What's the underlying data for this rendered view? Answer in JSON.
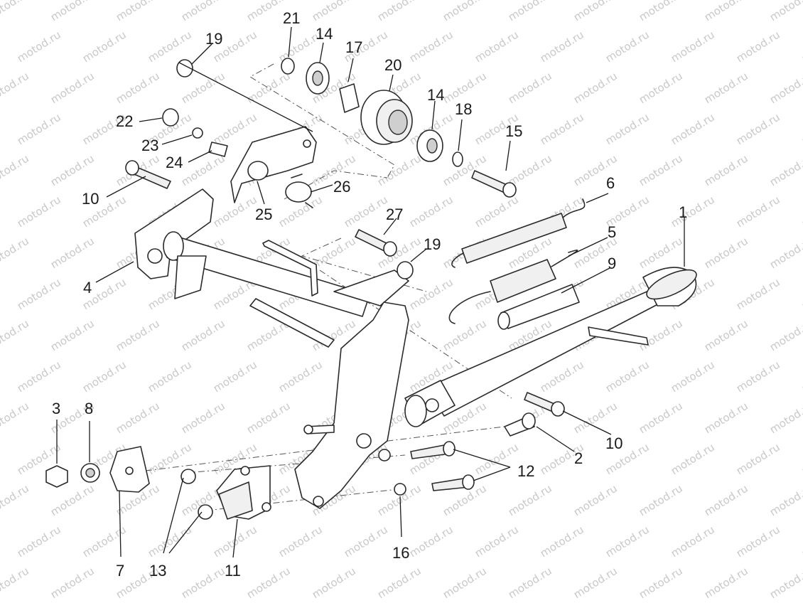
{
  "watermark": {
    "text": "motod.ru",
    "color": "#c9c9c9"
  },
  "callouts": {
    "c1": "1",
    "c2": "2",
    "c3": "3",
    "c4": "4",
    "c5": "5",
    "c6": "6",
    "c7": "7",
    "c8": "8",
    "c9": "9",
    "c10a": "10",
    "c10b": "10",
    "c11": "11",
    "c12": "12",
    "c13": "13",
    "c14a": "14",
    "c14b": "14",
    "c15": "15",
    "c16": "16",
    "c17": "17",
    "c18": "18",
    "c19a": "19",
    "c19b": "19",
    "c20": "20",
    "c21": "21",
    "c22": "22",
    "c23": "23",
    "c24": "24",
    "c25": "25",
    "c26": "26",
    "c27": "27"
  },
  "colors": {
    "line": "#2a2a2a",
    "background": "#ffffff",
    "shade": "#cfcfcf"
  }
}
